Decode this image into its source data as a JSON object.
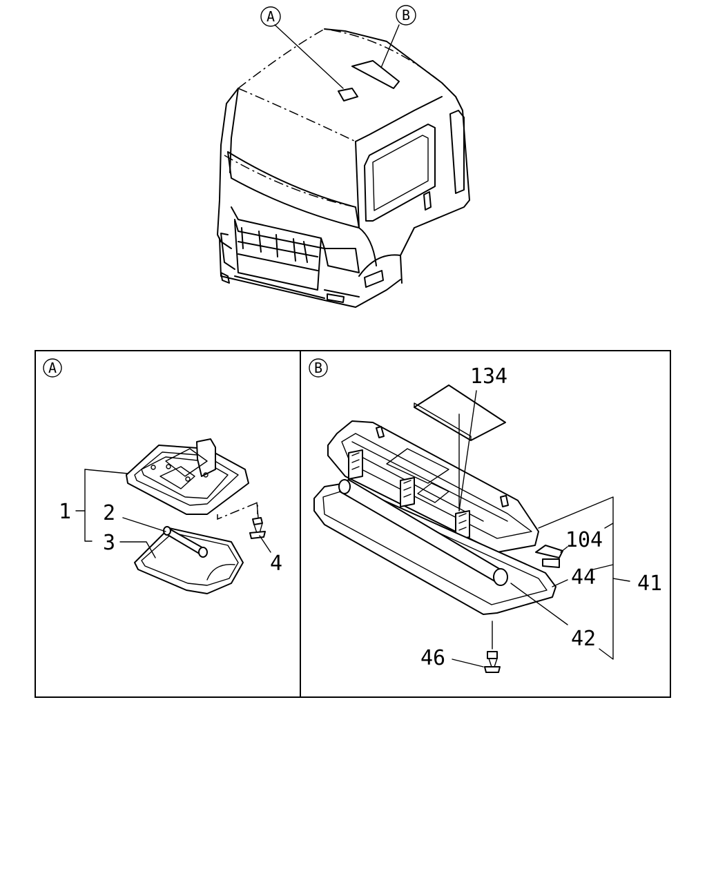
{
  "diagram": {
    "overview": {
      "callout_a": "A",
      "callout_b": "B"
    },
    "panel_a": {
      "label": "A",
      "callouts": {
        "p1": "1",
        "p2": "2",
        "p3": "3",
        "p4": "4"
      }
    },
    "panel_b": {
      "label": "B",
      "callouts": {
        "p134": "134",
        "p104": "104",
        "p44": "44",
        "p41": "41",
        "p42": "42",
        "p46": "46"
      }
    }
  }
}
